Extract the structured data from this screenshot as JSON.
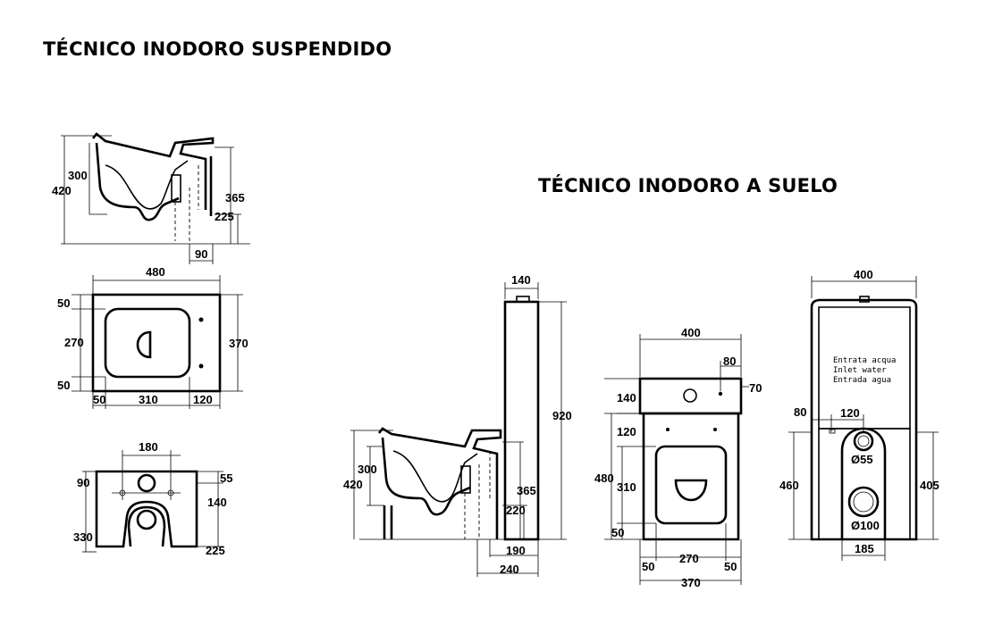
{
  "titles": {
    "suspended": "TÉCNICO INODORO SUSPENDIDO",
    "floor": "TÉCNICO INODORO A SUELO"
  },
  "suspended_side": {
    "d300": "300",
    "d420": "420",
    "d365": "365",
    "d225": "225",
    "d90": "90"
  },
  "suspended_top": {
    "d480": "480",
    "d50a": "50",
    "d270": "270",
    "d50b": "50",
    "d370": "370",
    "d50c": "50",
    "d310": "310",
    "d120": "120"
  },
  "suspended_back": {
    "d180": "180",
    "d90": "90",
    "d55": "55",
    "d140": "140",
    "d330": "330",
    "d225": "225"
  },
  "floor_side": {
    "d140": "140",
    "d920": "920",
    "d300": "300",
    "d420": "420",
    "d365": "365",
    "d220": "220",
    "d190": "190",
    "d240": "240"
  },
  "floor_front": {
    "d400": "400",
    "d80": "80",
    "d70": "70",
    "d140": "140",
    "d120": "120",
    "d480": "480",
    "d310": "310",
    "d50a": "50",
    "d50b": "50",
    "d270": "270",
    "d50c": "50",
    "d370": "370"
  },
  "floor_back": {
    "d400": "400",
    "inlet": [
      "Entrata acqua",
      "Inlet water",
      "Entrada agua"
    ],
    "d80": "80",
    "d120": "120",
    "d460": "460",
    "d405": "405",
    "d55": "Ø55",
    "d100": "Ø100",
    "d185": "185"
  }
}
